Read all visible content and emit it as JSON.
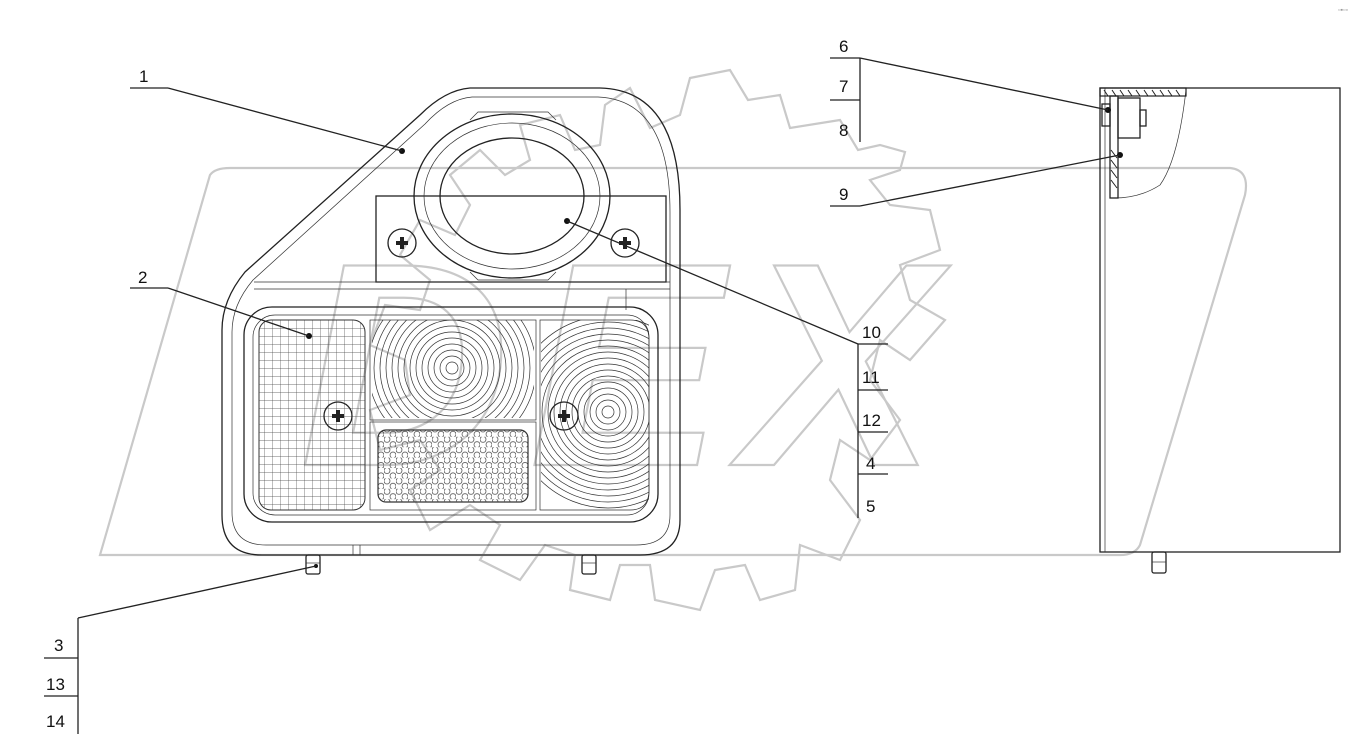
{
  "drawing": {
    "callouts": [
      {
        "id": "c1",
        "label": "1"
      },
      {
        "id": "c2",
        "label": "2"
      },
      {
        "id": "c3",
        "label": "3"
      },
      {
        "id": "c13",
        "label": "13"
      },
      {
        "id": "c14",
        "label": "14"
      },
      {
        "id": "c6",
        "label": "6"
      },
      {
        "id": "c7",
        "label": "7"
      },
      {
        "id": "c8",
        "label": "8"
      },
      {
        "id": "c9",
        "label": "9"
      },
      {
        "id": "c10",
        "label": "10"
      },
      {
        "id": "c11",
        "label": "11"
      },
      {
        "id": "c12",
        "label": "12"
      },
      {
        "id": "c4",
        "label": "4"
      },
      {
        "id": "c5",
        "label": "5"
      }
    ],
    "watermark_text": "DEX",
    "corner_mark": "▫▪▫▫"
  }
}
